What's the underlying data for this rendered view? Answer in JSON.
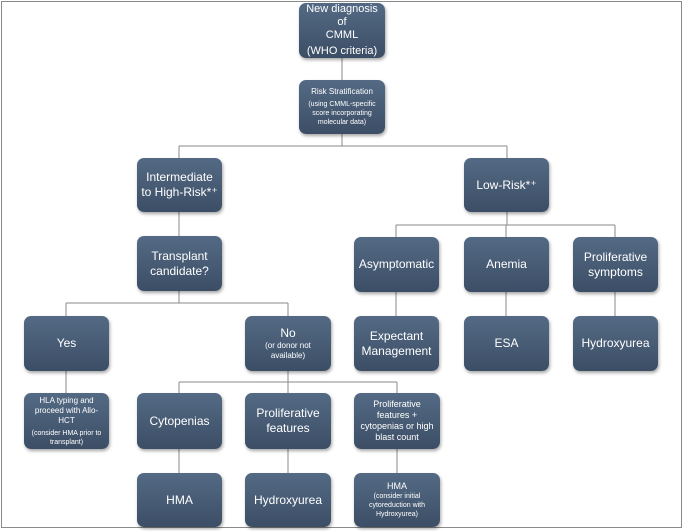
{
  "colors": {
    "box": "#465a74",
    "line": "#8a8a8a",
    "text": "#ffffff"
  },
  "nodes": {
    "new_diagnosis": {
      "line1": "New diagnosis of",
      "line2": "CMML",
      "line3": "(WHO criteria)"
    },
    "risk_stratification": {
      "title": "Risk Stratification",
      "detail": "(using CMML-specific score incorporating molecular data)"
    },
    "intermediate_high_risk": {
      "label": "Intermediate to High-Risk*⁺"
    },
    "low_risk": {
      "label": "Low-Risk*⁺"
    },
    "transplant_candidate": {
      "label": "Transplant candidate?"
    },
    "yes": {
      "label": "Yes"
    },
    "no": {
      "label": "No",
      "detail": "(or donor not available)"
    },
    "hla_typing": {
      "label": "HLA typing and proceed with Allo-HCT",
      "detail": "(consider HMA prior to transplant)"
    },
    "cytopenias": {
      "label": "Cytopenias"
    },
    "proliferative_features": {
      "label": "Proliferative features"
    },
    "prolif_cytopenias_blast": {
      "label": "Proliferative features + cytopenias or high blast count"
    },
    "hma": {
      "label": "HMA"
    },
    "hydroxyurea_no": {
      "label": "Hydroxyurea"
    },
    "hma_consider": {
      "label": "HMA",
      "detail": "(consider initial cytoreduction with Hydroxyurea)"
    },
    "asymptomatic": {
      "label": "Asymptomatic"
    },
    "anemia": {
      "label": "Anemia"
    },
    "proliferative_symptoms": {
      "label": "Proliferative symptoms"
    },
    "expectant_management": {
      "label": "Expectant Management"
    },
    "esa": {
      "label": "ESA"
    },
    "hydroxyurea_low": {
      "label": "Hydroxyurea"
    }
  }
}
